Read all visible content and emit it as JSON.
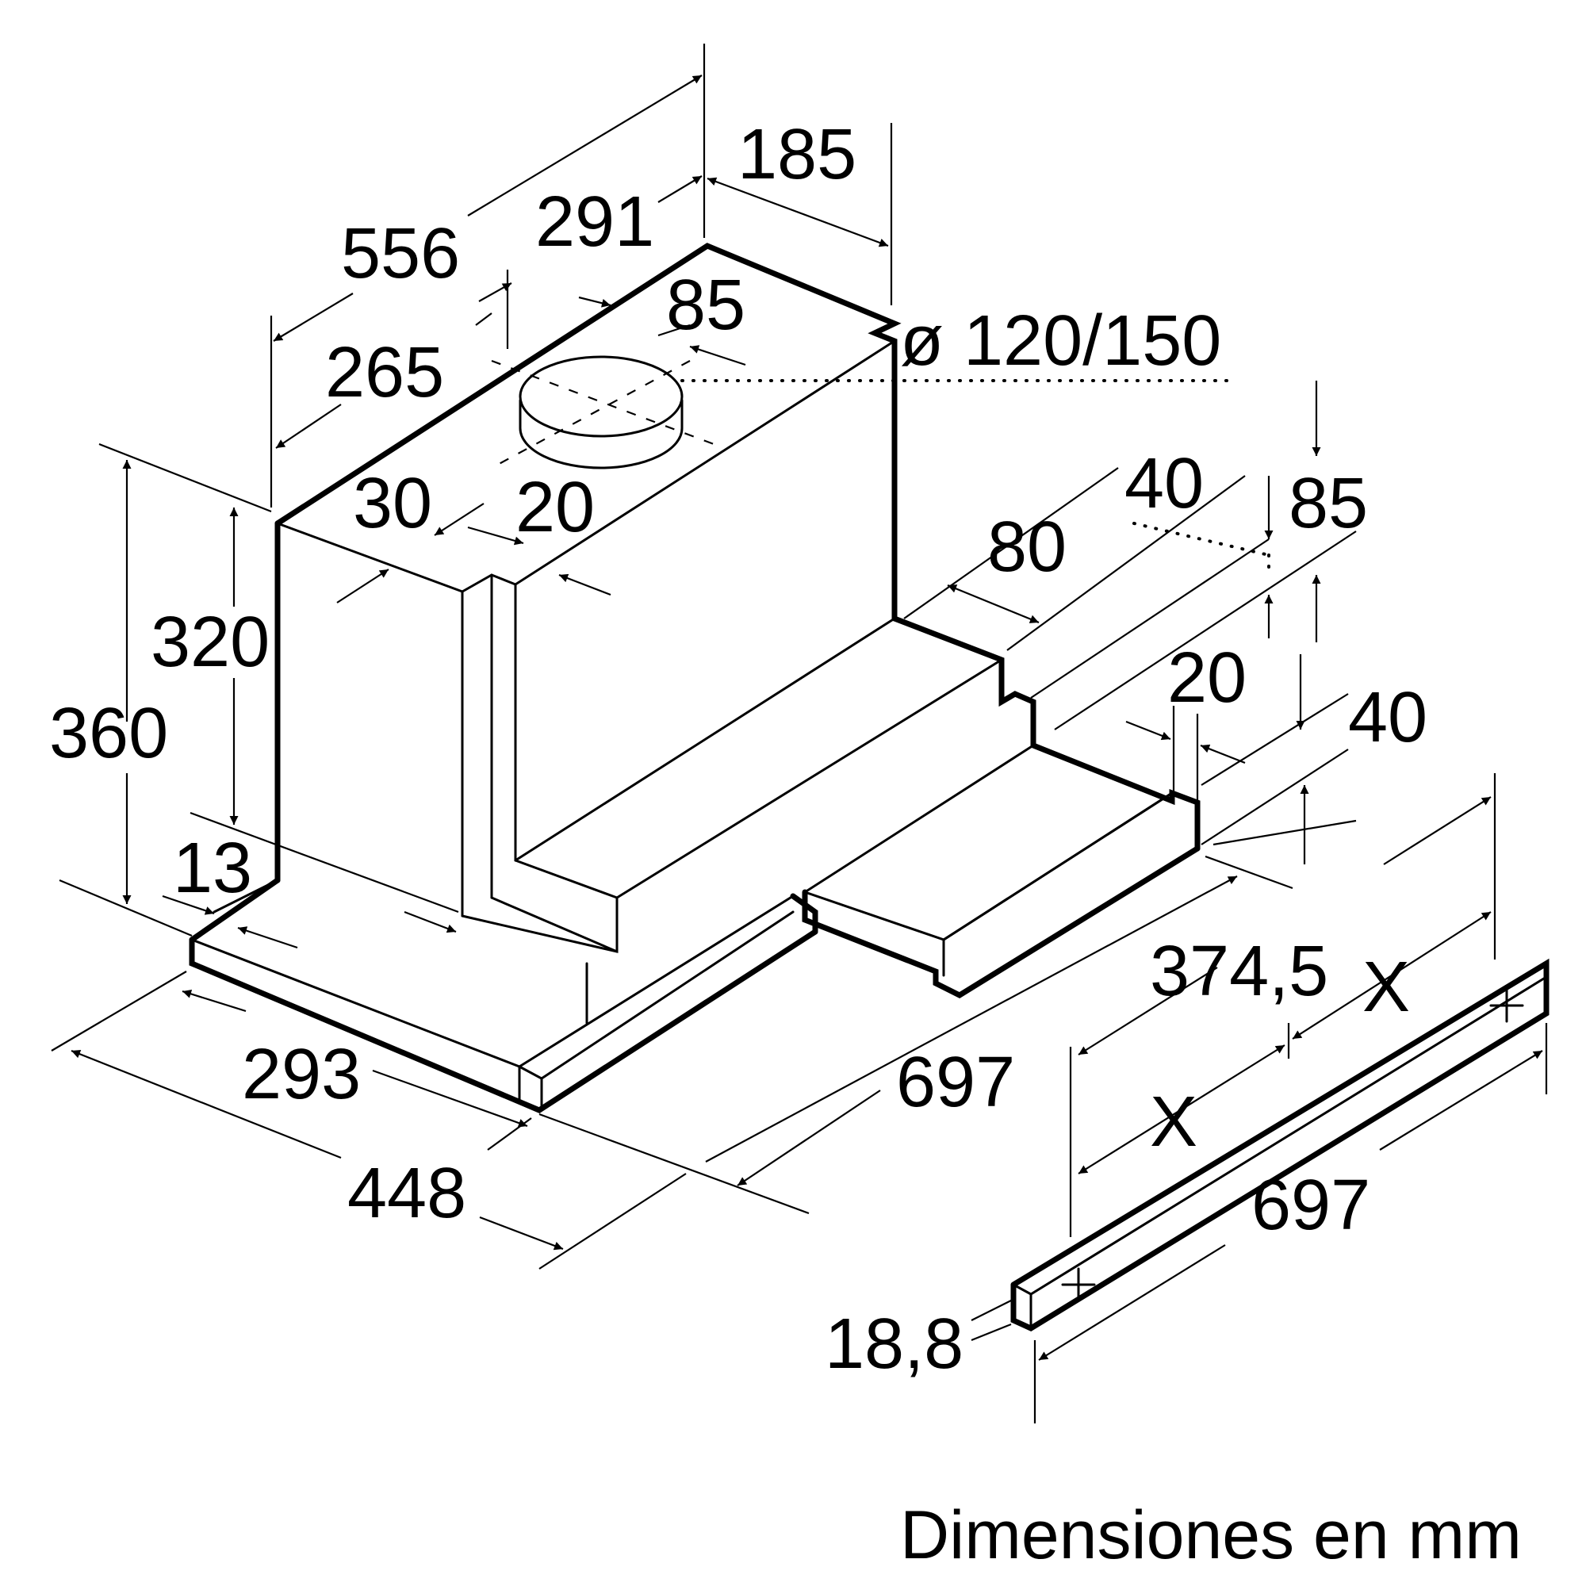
{
  "diagram": {
    "dimensions": {
      "overall_depth": "556",
      "chimney_offset": "291",
      "top_width": "185",
      "duct_offset": "265",
      "duct_center": "85",
      "duct_diameter": "ø 120/150",
      "lip_30": "30",
      "lip_20": "20",
      "total_height": "360",
      "body_height": "320",
      "bottom_13": "13",
      "slide_80": "80",
      "top_40": "40",
      "side_85": "85",
      "step_20": "20",
      "side_40": "40",
      "front_293": "293",
      "depth_448": "448",
      "width_697": "697",
      "trim_374_5": "374,5",
      "trim_x_top": "X",
      "trim_x_bottom": "X",
      "trim_width_697": "697",
      "trim_thickness": "18,8"
    },
    "caption": "Dimensiones en mm"
  }
}
